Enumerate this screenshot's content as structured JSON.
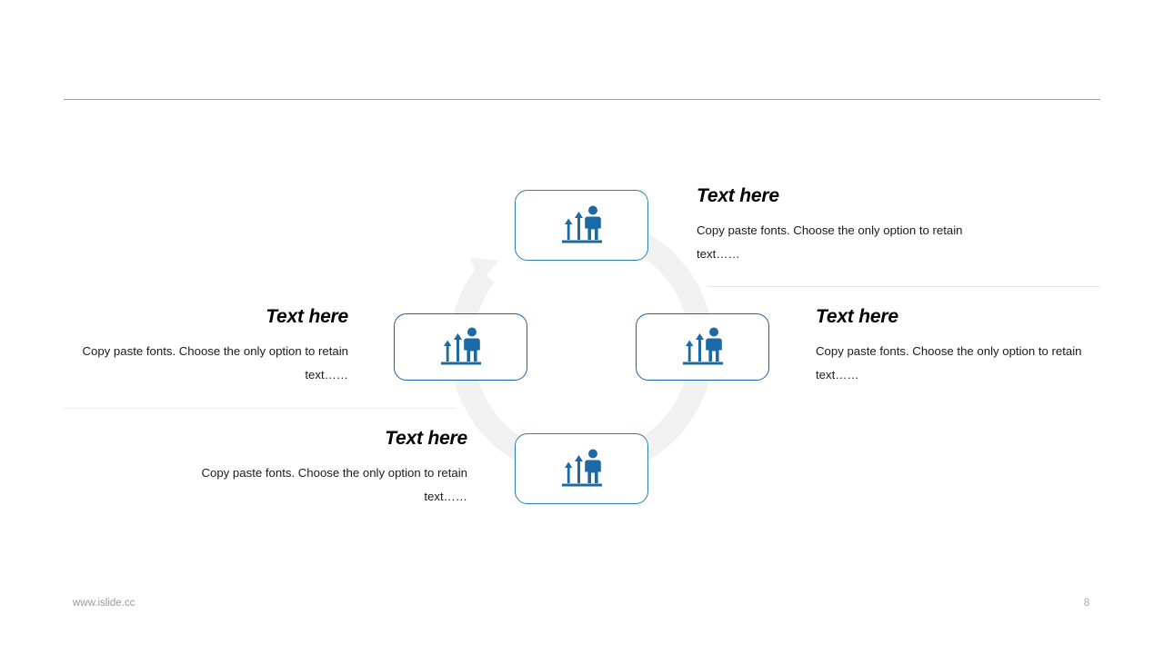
{
  "slide": {
    "page_number": "8",
    "footer_url": "www.islide.cc",
    "colors": {
      "icon_blue": "#1b6aa5",
      "card_border_primary": "#1b5faa",
      "card_border_secondary": "#2b7fb0",
      "ring_gray": "#f1f1f1",
      "rule_dark": "#a6a6a6",
      "rule_light": "#e7e7e7",
      "footer_text": "#9a9a9a"
    },
    "cards": [
      {
        "id": "top",
        "icon": "growth-person-icon"
      },
      {
        "id": "left",
        "icon": "growth-person-icon"
      },
      {
        "id": "right",
        "icon": "growth-person-icon"
      },
      {
        "id": "bottom",
        "icon": "growth-person-icon"
      }
    ],
    "blocks": [
      {
        "id": "top-right",
        "heading": "Text here",
        "body": "Copy paste fonts. Choose the only option to retain text……",
        "align": "left"
      },
      {
        "id": "mid-left",
        "heading": "Text here",
        "body": "Copy paste fonts. Choose the only option to retain text……",
        "align": "right"
      },
      {
        "id": "mid-right",
        "heading": "Text here",
        "body": "Copy paste fonts. Choose the only option to retain text……",
        "align": "left"
      },
      {
        "id": "bottom-left",
        "heading": "Text here",
        "body": "Copy paste fonts. Choose the only option to retain text……",
        "align": "right"
      }
    ],
    "diagram": {
      "type": "cycle",
      "direction": "clockwise",
      "node_count": 4,
      "arrow_position": "top-left"
    }
  }
}
